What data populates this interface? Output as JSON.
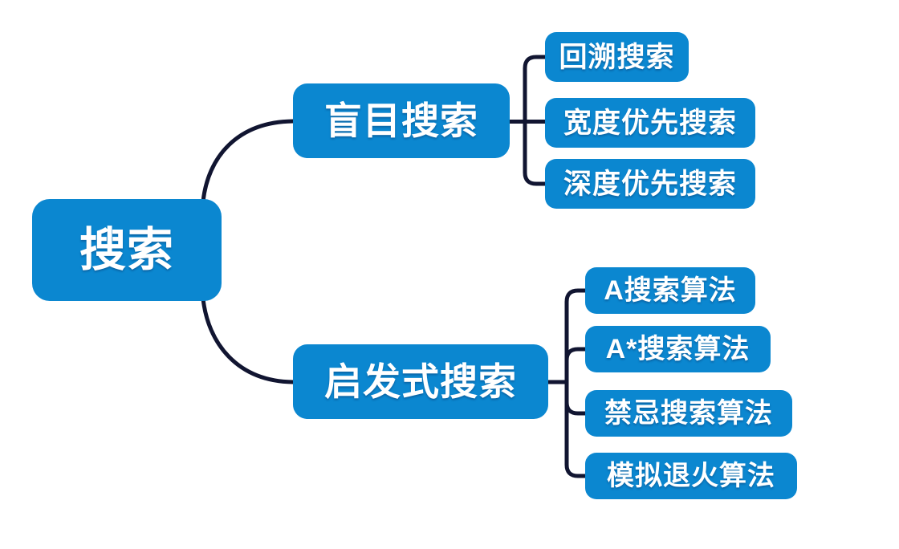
{
  "diagram": {
    "title": "搜索 mind map",
    "root": {
      "label": "搜索"
    },
    "branches": [
      {
        "label": "盲目搜索",
        "children": [
          {
            "label": "回溯搜索"
          },
          {
            "label": "宽度优先搜索"
          },
          {
            "label": "深度优先搜索"
          }
        ]
      },
      {
        "label": "启发式搜索",
        "children": [
          {
            "label": "A搜索算法"
          },
          {
            "label": "A*搜索算法"
          },
          {
            "label": "禁忌搜索算法"
          },
          {
            "label": "模拟退火算法"
          }
        ]
      }
    ],
    "colors": {
      "node_fill": "#0b87d0",
      "node_text": "#ffffff",
      "connector": "#111531",
      "background": "#ffffff"
    }
  }
}
